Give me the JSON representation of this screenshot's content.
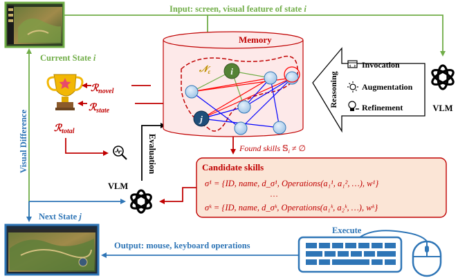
{
  "labels": {
    "input": "Input: screen, visual feature of state",
    "input_var": "i",
    "current_state": "Current State",
    "current_state_var": "i",
    "next_state": "Next State",
    "next_state_var": "j",
    "visual_difference": "Visual Difference",
    "r_novel": "novel",
    "r_state": "state",
    "r_total": "total",
    "evaluation": "Evaluation",
    "vlm_bottom": "VLM",
    "vlm_right": "VLM",
    "memory": "Memory",
    "reasoning": "Reasoning",
    "invocation": "Invocation",
    "augmentation": "Augmentation",
    "refinement": "Refinement",
    "found_skills": "Found skills",
    "found_skills_expr": "≠ ∅",
    "candidate_title": "Candidate skills",
    "sigma1": "σ¹ = {ID, name, d_σ¹, Operations(a₁¹, a₁², …), w¹}",
    "ellipsis": "…",
    "sigmak": "σᵏ = {ID, name, d_σᵏ, Operations(a₁ᵏ, a₂ᵏ, …), wᵏ}",
    "execute": "Execute",
    "output": "Output: mouse, keyboard operations",
    "node_i": "i",
    "node_j": "j",
    "neighborhood": "N_ε"
  },
  "colors": {
    "green": "#70ad47",
    "blue": "#2e75b6",
    "red": "#c00000",
    "red_bright": "#ff0000",
    "node_fill": "#bdd7ee",
    "memory_fill": "#fde9e9",
    "candidate_fill": "#fbe5d6"
  }
}
